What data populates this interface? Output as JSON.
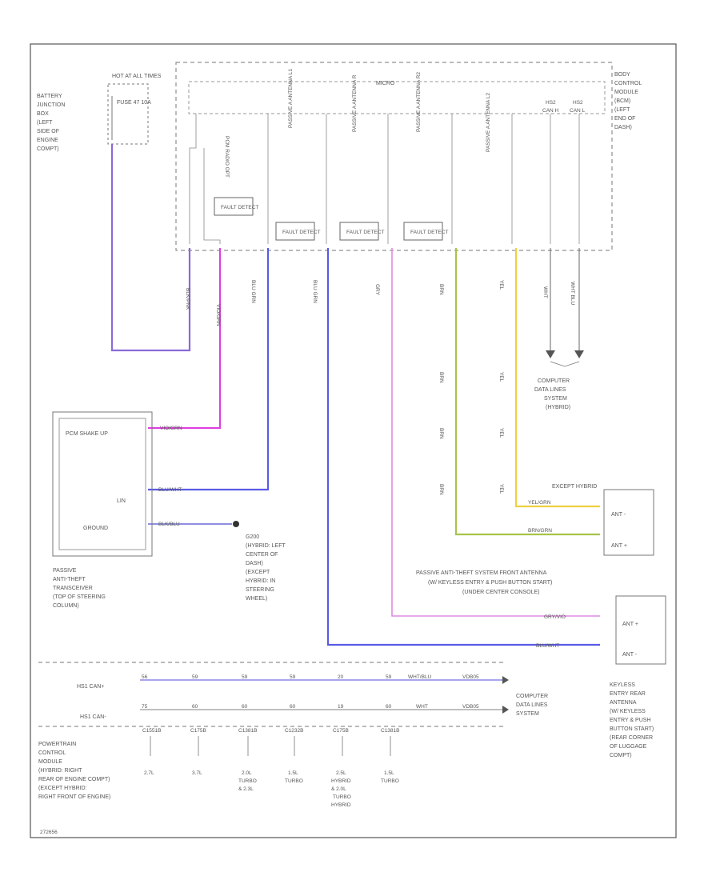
{
  "fuse_hot_label": "HOT AT ALL TIMES",
  "fuse_label": "FUSE 47 10A",
  "battery_junction_box": [
    "BATTERY",
    "JUNCTION",
    "BOX",
    "(LEFT",
    "SIDE OF",
    "ENGINE",
    "COMPT)"
  ],
  "bcm_internal_label": "MICRO",
  "bcm_label": [
    "BODY",
    "CONTROL",
    "MODULE",
    "(BCM)",
    "(LEFT",
    "END OF",
    "DASH)"
  ],
  "can_labels_top": [
    "HS2",
    "CAN H",
    "HS2",
    "CAN L"
  ],
  "bcm_pin_labels": [
    "PCM RADIO OPT",
    "PASSIVE A ANTENNA L1",
    "PASSIVE A ANTENNA R",
    "PASSIVE A ANTENNA R2",
    "PASSIVE A ANTENNA L2"
  ],
  "fault_boxes": [
    "FAULT DETECT",
    "FAULT DETECT",
    "FAULT DETECT",
    "FAULT DETECT"
  ],
  "wire_codes_upper": [
    "BLK/PNK",
    "VIO/GRN",
    "BLU GRN",
    "BLU GRN",
    "GRY",
    "BRN",
    "YEL",
    "WHT",
    "WHT BLU"
  ],
  "wire_codes_mid": [
    "BRN",
    "BRN",
    "BRN",
    "YEL",
    "YEL",
    "YEL"
  ],
  "computer_data_lines_1": [
    "COMPUTER",
    "DATA LINES",
    "SYSTEM",
    "(HYBRID)"
  ],
  "transceiver_pins": [
    "PCM SHAKE UP",
    "LIN",
    "GROUND"
  ],
  "transceiver_wire_labels": [
    "VIO/GRN",
    "BLU/WHT",
    "BLK/BLU"
  ],
  "ground_label": [
    "G200",
    "(HYBRID: LEFT",
    "CENTER OF",
    "DASH)",
    "(EXCEPT",
    "HYBRID: IN",
    "STEERING",
    "WHEEL)"
  ],
  "transceiver_label": [
    "PASSIVE",
    "ANTI-THEFT",
    "TRANSCEIVER",
    "(TOP OF STEERING",
    "COLUMN)"
  ],
  "except_hybrid_label": "EXCEPT HYBRID",
  "ant_front_box_pins": [
    "ANT -",
    "ANT +"
  ],
  "ant_front_wire_labels": [
    "YEL/GRN",
    "BRN/GRN"
  ],
  "front_antenna_label": [
    "PASSIVE ANTI-THEFT SYSTEM FRONT ANTENNA",
    "(W/ KEYLESS ENTRY & PUSH BUTTON START)",
    "(UNDER CENTER CONSOLE)"
  ],
  "ant_rear_box_pins": [
    "ANT +",
    "ANT -"
  ],
  "ant_rear_wire_labels": [
    "GRY/VIO",
    "BLU/WHT"
  ],
  "rear_antenna_label": [
    "KEYLESS",
    "ENTRY REAR",
    "ANTENNA",
    "(W/ KEYLESS",
    "ENTRY & PUSH",
    "BUTTON START)",
    "(REAR CORNER",
    "OF LUGGAGE",
    "COMPT)"
  ],
  "pcm_can_labels": [
    "HS1 CAN+",
    "HS1 CAN-"
  ],
  "pcm_pins_top": [
    "56",
    "59",
    "59",
    "59",
    "20",
    "59"
  ],
  "pcm_pins_bottom": [
    "75",
    "60",
    "60",
    "60",
    "19",
    "60"
  ],
  "pcm_wire_codes": [
    "WHT/BLU",
    "WHT"
  ],
  "pcm_ref_codes": [
    "VDB05",
    "VDB05"
  ],
  "computer_data_lines_2": [
    "COMPUTER",
    "DATA LINES",
    "SYSTEM"
  ],
  "pcm_connectors": [
    "C1551B",
    "C175B",
    "C1381B",
    "C1232B",
    "C175B",
    "C1381B"
  ],
  "pcm_engine_variants": [
    [
      "2.7L"
    ],
    [
      "3.7L"
    ],
    [
      "2.0L",
      "TURBO",
      "& 2.3L"
    ],
    [
      "1.5L",
      "TURBO"
    ],
    [
      "2.5L",
      "HYBRID",
      "& 2.0L",
      "TURBO",
      "HYBRID"
    ],
    [
      "1.5L",
      "TURBO"
    ]
  ],
  "pcm_label": [
    "POWERTRAIN",
    "CONTROL",
    "MODULE",
    "(HYBRID: RIGHT",
    "REAR OF ENGINE COMPT)",
    "(EXCEPT HYBRID:",
    "RIGHT FRONT OF ENGINE)"
  ],
  "footer_code": "272656",
  "colors": {
    "pink": "#e040e0",
    "violet": "#7b5bd6",
    "blue": "#5a5ae6",
    "lightpink": "#e08ae0",
    "green": "#a8c44a",
    "yellow": "#f0d040",
    "border": "#555555"
  }
}
